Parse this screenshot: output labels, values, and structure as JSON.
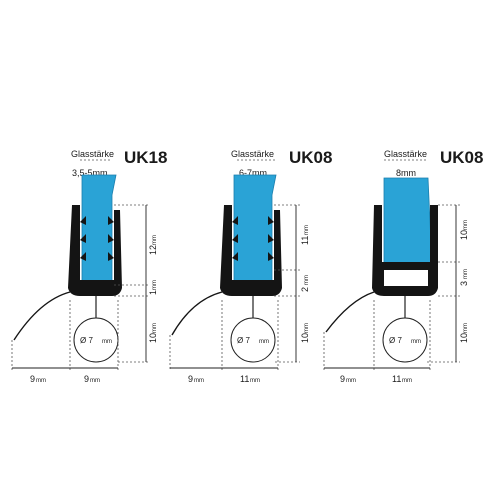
{
  "profiles": [
    {
      "model": "UK18",
      "glass_label": "Glasstärke",
      "glass_range": "3,5-5mm",
      "dims": {
        "top": "12",
        "mid": "1",
        "bottom": "10",
        "left": "9",
        "right": "9"
      },
      "ball": "Ø 7",
      "unit": "mm"
    },
    {
      "model": "UK08",
      "glass_label": "Glasstärke",
      "glass_range": "6-7mm",
      "dims": {
        "top": "11",
        "mid": "2",
        "bottom": "10",
        "left": "9",
        "right": "11"
      },
      "ball": "Ø 7",
      "unit": "mm"
    },
    {
      "model": "UK08",
      "glass_label": "Glasstärke",
      "glass_range": "8mm",
      "dims": {
        "top": "10",
        "mid": "3",
        "bottom": "10",
        "left": "9",
        "right": "11"
      },
      "ball": "Ø 7",
      "unit": "mm"
    }
  ],
  "colors": {
    "glass": "#2aa3d6",
    "profile": "#141414",
    "background": "#ffffff"
  }
}
